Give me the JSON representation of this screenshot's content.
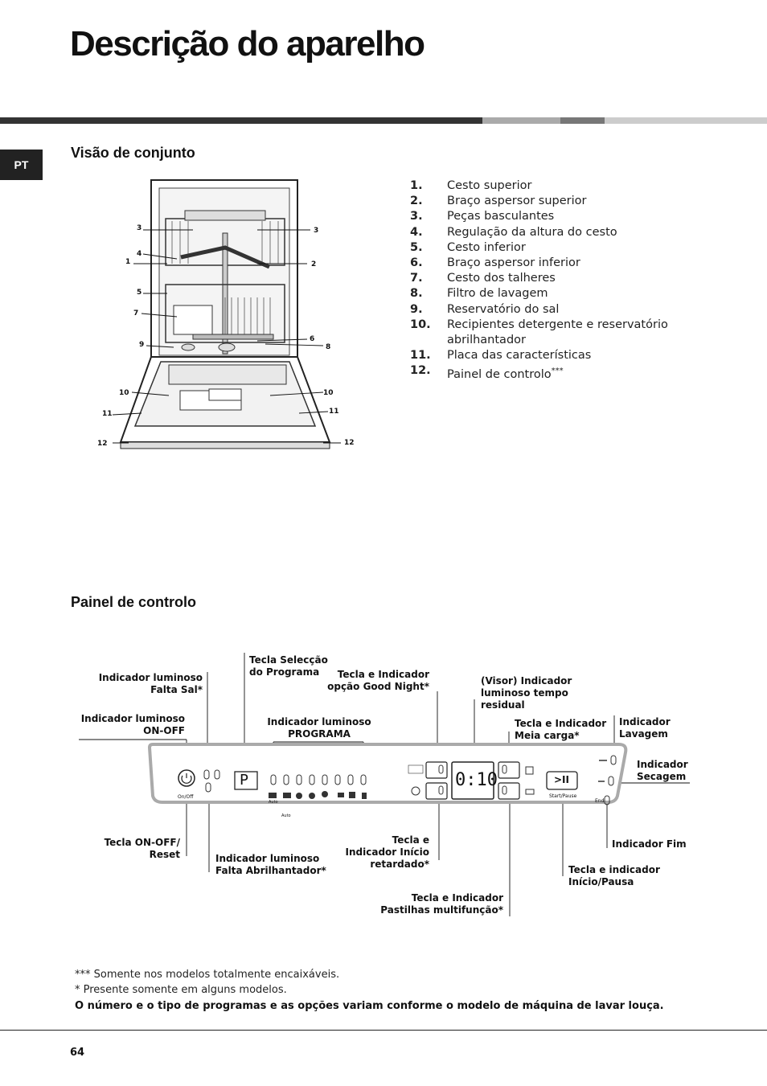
{
  "header": {
    "title": "Descrição do aparelho",
    "lang_tab": "PT"
  },
  "overview": {
    "heading": "Visão de conjunto",
    "items": [
      {
        "num": "1.",
        "text": "Cesto superior"
      },
      {
        "num": "2.",
        "text": "Braço aspersor superior"
      },
      {
        "num": "3.",
        "text": "Peças basculantes"
      },
      {
        "num": "4.",
        "text": "Regulação da altura do cesto"
      },
      {
        "num": "5.",
        "text": "Cesto inferior"
      },
      {
        "num": "6.",
        "text": "Braço aspersor inferior"
      },
      {
        "num": "7.",
        "text": "Cesto dos talheres"
      },
      {
        "num": "8.",
        "text": "Filtro de lavagem"
      },
      {
        "num": "9.",
        "text": "Reservatório do sal"
      },
      {
        "num": "10.",
        "text": "Recipientes detergente e reservatório abrilhantador"
      },
      {
        "num": "11.",
        "text": "Placa das características"
      },
      {
        "num": "12.",
        "text": "Painel de controlo"
      }
    ],
    "item12_mark": "***",
    "callouts": [
      "3",
      "3",
      "4",
      "1",
      "2",
      "5",
      "7",
      "6",
      "9",
      "8",
      "10",
      "10",
      "11",
      "11",
      "12",
      "12"
    ]
  },
  "panel": {
    "heading": "Painel de controlo",
    "labels": {
      "salt_1": "Indicador luminoso",
      "salt_2": "Falta Sal",
      "onoff_ind_1": "Indicador luminoso",
      "onoff_ind_2": "ON-OFF",
      "prog_key_1": "Tecla Selecção",
      "prog_key_2": "do Programa",
      "prog_ind_1": "Indicador luminoso",
      "prog_ind_2": "PROGRAMA",
      "goodnight_1": "Tecla e Indicador",
      "goodnight_2": "opção Good Night",
      "visor_1": "(Visor) Indicador",
      "visor_2": "luminoso tempo",
      "visor_3": "residual",
      "half_1": "Tecla e Indicador",
      "half_2": "Meia carga",
      "wash_1": "Indicador",
      "wash_2": "Lavagem",
      "dry_1": "Indicador",
      "dry_2": "Secagem",
      "onoff_key_1": "Tecla ON-OFF/",
      "onoff_key_2": "Reset",
      "rinse_1": "Indicador luminoso",
      "rinse_2": "Falta Abrilhantador",
      "delay_1": "Tecla e",
      "delay_2": "Indicador Início",
      "delay_3": "retardado",
      "tabs_1": "Tecla e Indicador",
      "tabs_2": "Pastilhas multifunção",
      "end": "Indicador Fim",
      "startpause_1": "Tecla e indicador",
      "startpause_2": "Início/Pausa",
      "star": "*"
    },
    "display_time": "0:10",
    "on_off_text": "On/Off",
    "start_pause_text": "Start/Pause",
    "end_text": "End",
    "p_key": "P",
    "auto_text": "Auto"
  },
  "footnotes": {
    "f1_mark": "***",
    "f1": "Somente nos modelos totalmente encaixáveis.",
    "f2_mark": "*",
    "f2": "Presente somente em alguns modelos.",
    "f3": "O número e o tipo de programas e as opções variam conforme o modelo de máquina de lavar louça."
  },
  "page_number": "64"
}
